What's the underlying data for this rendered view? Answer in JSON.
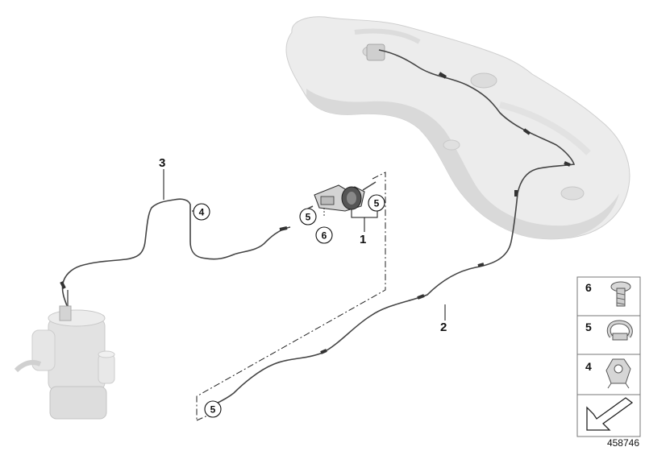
{
  "callouts": {
    "part_1": "1",
    "part_2": "2",
    "part_3": "3"
  },
  "circled_callouts": {
    "clip_4": "4",
    "clamp_5_pipe": "5",
    "clamp_5_bracket": "5",
    "clamp_5_lower": "5",
    "screw_6": "6"
  },
  "legend": {
    "items": [
      {
        "number": "6",
        "icon": "screw-icon"
      },
      {
        "number": "5",
        "icon": "hose-clamp-icon"
      },
      {
        "number": "4",
        "icon": "pipe-clip-icon"
      }
    ],
    "nav_icon": "direction-arrow-icon"
  },
  "reference_number": "458746",
  "colors": {
    "line": "#333333",
    "tank_fill": "#ececec",
    "tank_shadow": "#d6d6d6",
    "heater_fill": "#e2e2e2",
    "legend_border": "#777777"
  }
}
